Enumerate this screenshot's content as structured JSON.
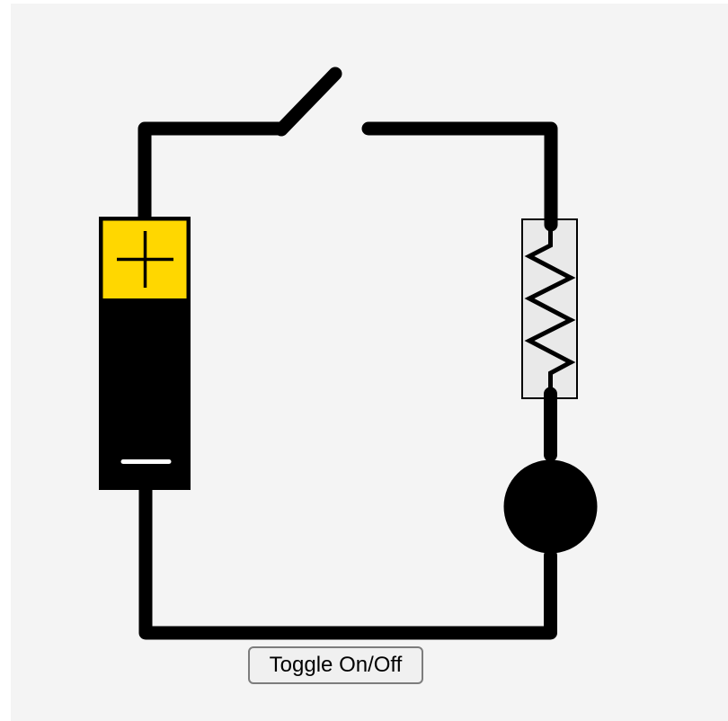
{
  "colors": {
    "page_bg": "#ffffff",
    "canvas_bg": "#f4f4f4",
    "wire": "#000000",
    "battery_body": "#000000",
    "battery_positive": "#ffd700",
    "battery_symbol": "#000000",
    "battery_minus_mark": "#ffffff",
    "resistor_fill": "#e9e9e9",
    "resistor_stroke": "#000000",
    "bulb_fill": "#000000",
    "button_bg": "#f0f0f0",
    "button_border": "#7d7d7d",
    "button_text": "#000000"
  },
  "circuit": {
    "battery": {
      "component": "battery",
      "positive_terminal_symbol": "+",
      "negative_terminal_symbol": "−"
    },
    "switch": {
      "component": "switch",
      "state": "open"
    },
    "resistor": {
      "component": "resistor"
    },
    "bulb": {
      "component": "bulb",
      "state": "off"
    }
  },
  "controls": {
    "toggle_button_label": "Toggle On/Off"
  }
}
